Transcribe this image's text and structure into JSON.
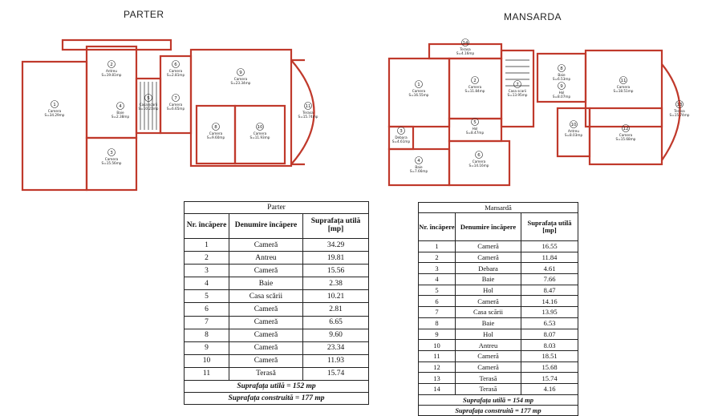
{
  "parter": {
    "heading": "PARTER",
    "plan_labels": [
      {
        "num": "1",
        "name": "Camera",
        "area": "S=34.29mp"
      },
      {
        "num": "2",
        "name": "Antreu",
        "area": "S=19.81mp"
      },
      {
        "num": "3",
        "name": "Camera",
        "area": "S=15.56mp"
      },
      {
        "num": "4",
        "name": "Baie",
        "area": "S=2.38mp"
      },
      {
        "num": "5",
        "name": "Casa scarii",
        "area": "S=10.21mp"
      },
      {
        "num": "6",
        "name": "Camera",
        "area": "S=2.81mp"
      },
      {
        "num": "7",
        "name": "Camera",
        "area": "S=6.65mp"
      },
      {
        "num": "8",
        "name": "Camera",
        "area": "S=9.60mp"
      },
      {
        "num": "9",
        "name": "Camera",
        "area": "S=23.34mp"
      },
      {
        "num": "10",
        "name": "Camera",
        "area": "S=11.93mp"
      },
      {
        "num": "11",
        "name": "Terasa",
        "area": "S=15.74mp"
      }
    ],
    "table": {
      "title": "Parter",
      "col_nr": "Nr. încăpere",
      "col_name": "Denumire încăpere",
      "col_area": "Suprafața utilă [mp]",
      "rows": [
        {
          "nr": "1",
          "name": "Cameră",
          "area": "34.29"
        },
        {
          "nr": "2",
          "name": "Antreu",
          "area": "19.81"
        },
        {
          "nr": "3",
          "name": "Cameră",
          "area": "15.56"
        },
        {
          "nr": "4",
          "name": "Baie",
          "area": "2.38"
        },
        {
          "nr": "5",
          "name": "Casa scării",
          "area": "10.21"
        },
        {
          "nr": "6",
          "name": "Cameră",
          "area": "2.81"
        },
        {
          "nr": "7",
          "name": "Cameră",
          "area": "6.65"
        },
        {
          "nr": "8",
          "name": "Cameră",
          "area": "9.60"
        },
        {
          "nr": "9",
          "name": "Cameră",
          "area": "23.34"
        },
        {
          "nr": "10",
          "name": "Cameră",
          "area": "11.93"
        },
        {
          "nr": "11",
          "name": "Terasă",
          "area": "15.74"
        }
      ],
      "total_useful": "Suprafața utilă = 152 mp",
      "total_built": "Suprafața construită = 177 mp"
    }
  },
  "mansarda": {
    "heading": "MANSARDA",
    "plan_labels": [
      {
        "num": "1",
        "name": "Camera",
        "area": "S=16.55mp"
      },
      {
        "num": "2",
        "name": "Camera",
        "area": "S=11.84mp"
      },
      {
        "num": "3",
        "name": "Debara",
        "area": "S=4.61mp"
      },
      {
        "num": "4",
        "name": "Baie",
        "area": "S=7.66mp"
      },
      {
        "num": "5",
        "name": "Hol",
        "area": "S=8.47mp"
      },
      {
        "num": "6",
        "name": "Camera",
        "area": "S=14.16mp"
      },
      {
        "num": "7",
        "name": "Casa scarii",
        "area": "S=13.95mp"
      },
      {
        "num": "8",
        "name": "Baie",
        "area": "S=6.53mp"
      },
      {
        "num": "9",
        "name": "Hol",
        "area": "S=8.07mp"
      },
      {
        "num": "10",
        "name": "Antreu",
        "area": "S=8.03mp"
      },
      {
        "num": "11",
        "name": "Camera",
        "area": "S=18.51mp"
      },
      {
        "num": "12",
        "name": "Camera",
        "area": "S=15.68mp"
      },
      {
        "num": "13",
        "name": "Terasa",
        "area": "S=15.74mp"
      },
      {
        "num": "14",
        "name": "Terasa",
        "area": "S=4.16mp"
      }
    ],
    "table": {
      "title": "Mansardă",
      "col_nr": "Nr. încăpere",
      "col_name": "Denumire încăpere",
      "col_area": "Suprafața utilă [mp]",
      "rows": [
        {
          "nr": "1",
          "name": "Cameră",
          "area": "16.55"
        },
        {
          "nr": "2",
          "name": "Cameră",
          "area": "11.84"
        },
        {
          "nr": "3",
          "name": "Debara",
          "area": "4.61"
        },
        {
          "nr": "4",
          "name": "Baie",
          "area": "7.66"
        },
        {
          "nr": "5",
          "name": "Hol",
          "area": "8.47"
        },
        {
          "nr": "6",
          "name": "Cameră",
          "area": "14.16"
        },
        {
          "nr": "7",
          "name": "Casa scării",
          "area": "13.95"
        },
        {
          "nr": "8",
          "name": "Baie",
          "area": "6.53"
        },
        {
          "nr": "9",
          "name": "Hol",
          "area": "8.07"
        },
        {
          "nr": "10",
          "name": "Antreu",
          "area": "8.03"
        },
        {
          "nr": "11",
          "name": "Cameră",
          "area": "18.51"
        },
        {
          "nr": "12",
          "name": "Cameră",
          "area": "15.68"
        },
        {
          "nr": "13",
          "name": "Terasă",
          "area": "15.74"
        },
        {
          "nr": "14",
          "name": "Terasă",
          "area": "4.16"
        }
      ],
      "total_useful": "Suprafața utilă = 154 mp",
      "total_built": "Suprafața construită = 177 mp"
    }
  },
  "colors": {
    "wall": "#c0392b",
    "line": "#222222"
  }
}
